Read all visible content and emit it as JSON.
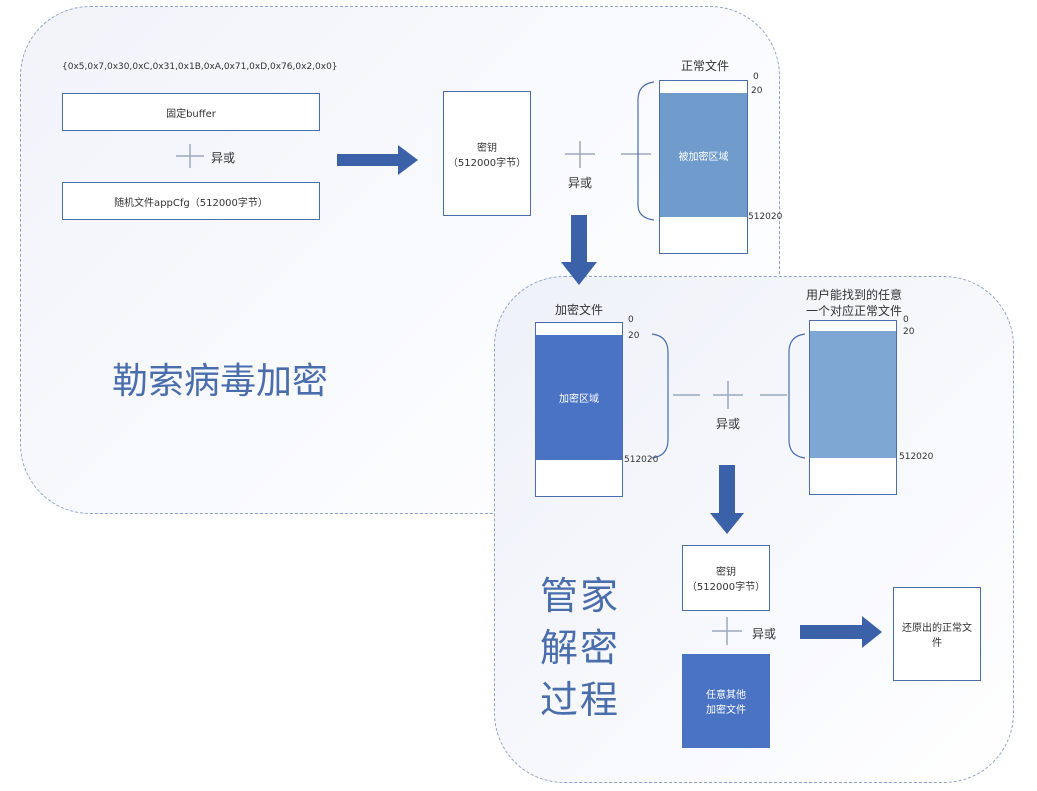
{
  "colors": {
    "accent": "#4a6dac",
    "encrypted_region_mid": "#6f9ccc",
    "encrypted_region_dark": "#4a73c4",
    "panel_border": "#8ea3cc"
  },
  "encrypt_section": {
    "title": "勒索病毒加密",
    "constant_array": "{0x5,0x7,0x30,0xC,0x31,0x1B,0xA,0x71,0xD,0x76,0x2,0x0}",
    "fixed_buffer": "固定buffer",
    "xor_label_1": "异或",
    "random_file": "随机文件appCfg（512000字节）",
    "key_box_line1": "密钥",
    "key_box_line2": "（512000字节）",
    "xor_label_2": "异或",
    "normal_file_title": "正常文件",
    "tick_0": "0",
    "tick_20": "20",
    "tick_512020": "512020",
    "encrypted_region": "被加密区域"
  },
  "decrypt_section": {
    "title_line1": "管家",
    "title_line2": "解密",
    "title_line3": "过程",
    "encrypted_file_title": "加密文件",
    "tick_0": "0",
    "tick_20": "20",
    "tick_512020": "512020",
    "encrypted_region": "加密区域",
    "xor_label": "异或",
    "user_file_title_line1": "用户能找到的任意",
    "user_file_title_line2": "一个对应正常文件",
    "user_tick_0": "0",
    "user_tick_20": "20",
    "user_tick_512020": "512020",
    "key_box_line1": "密钥",
    "key_box_line2": "（512000字节）",
    "xor_label_2": "异或",
    "other_file_line1": "任意其他",
    "other_file_line2": "加密文件",
    "restored_file": "还原出的正常文件"
  }
}
